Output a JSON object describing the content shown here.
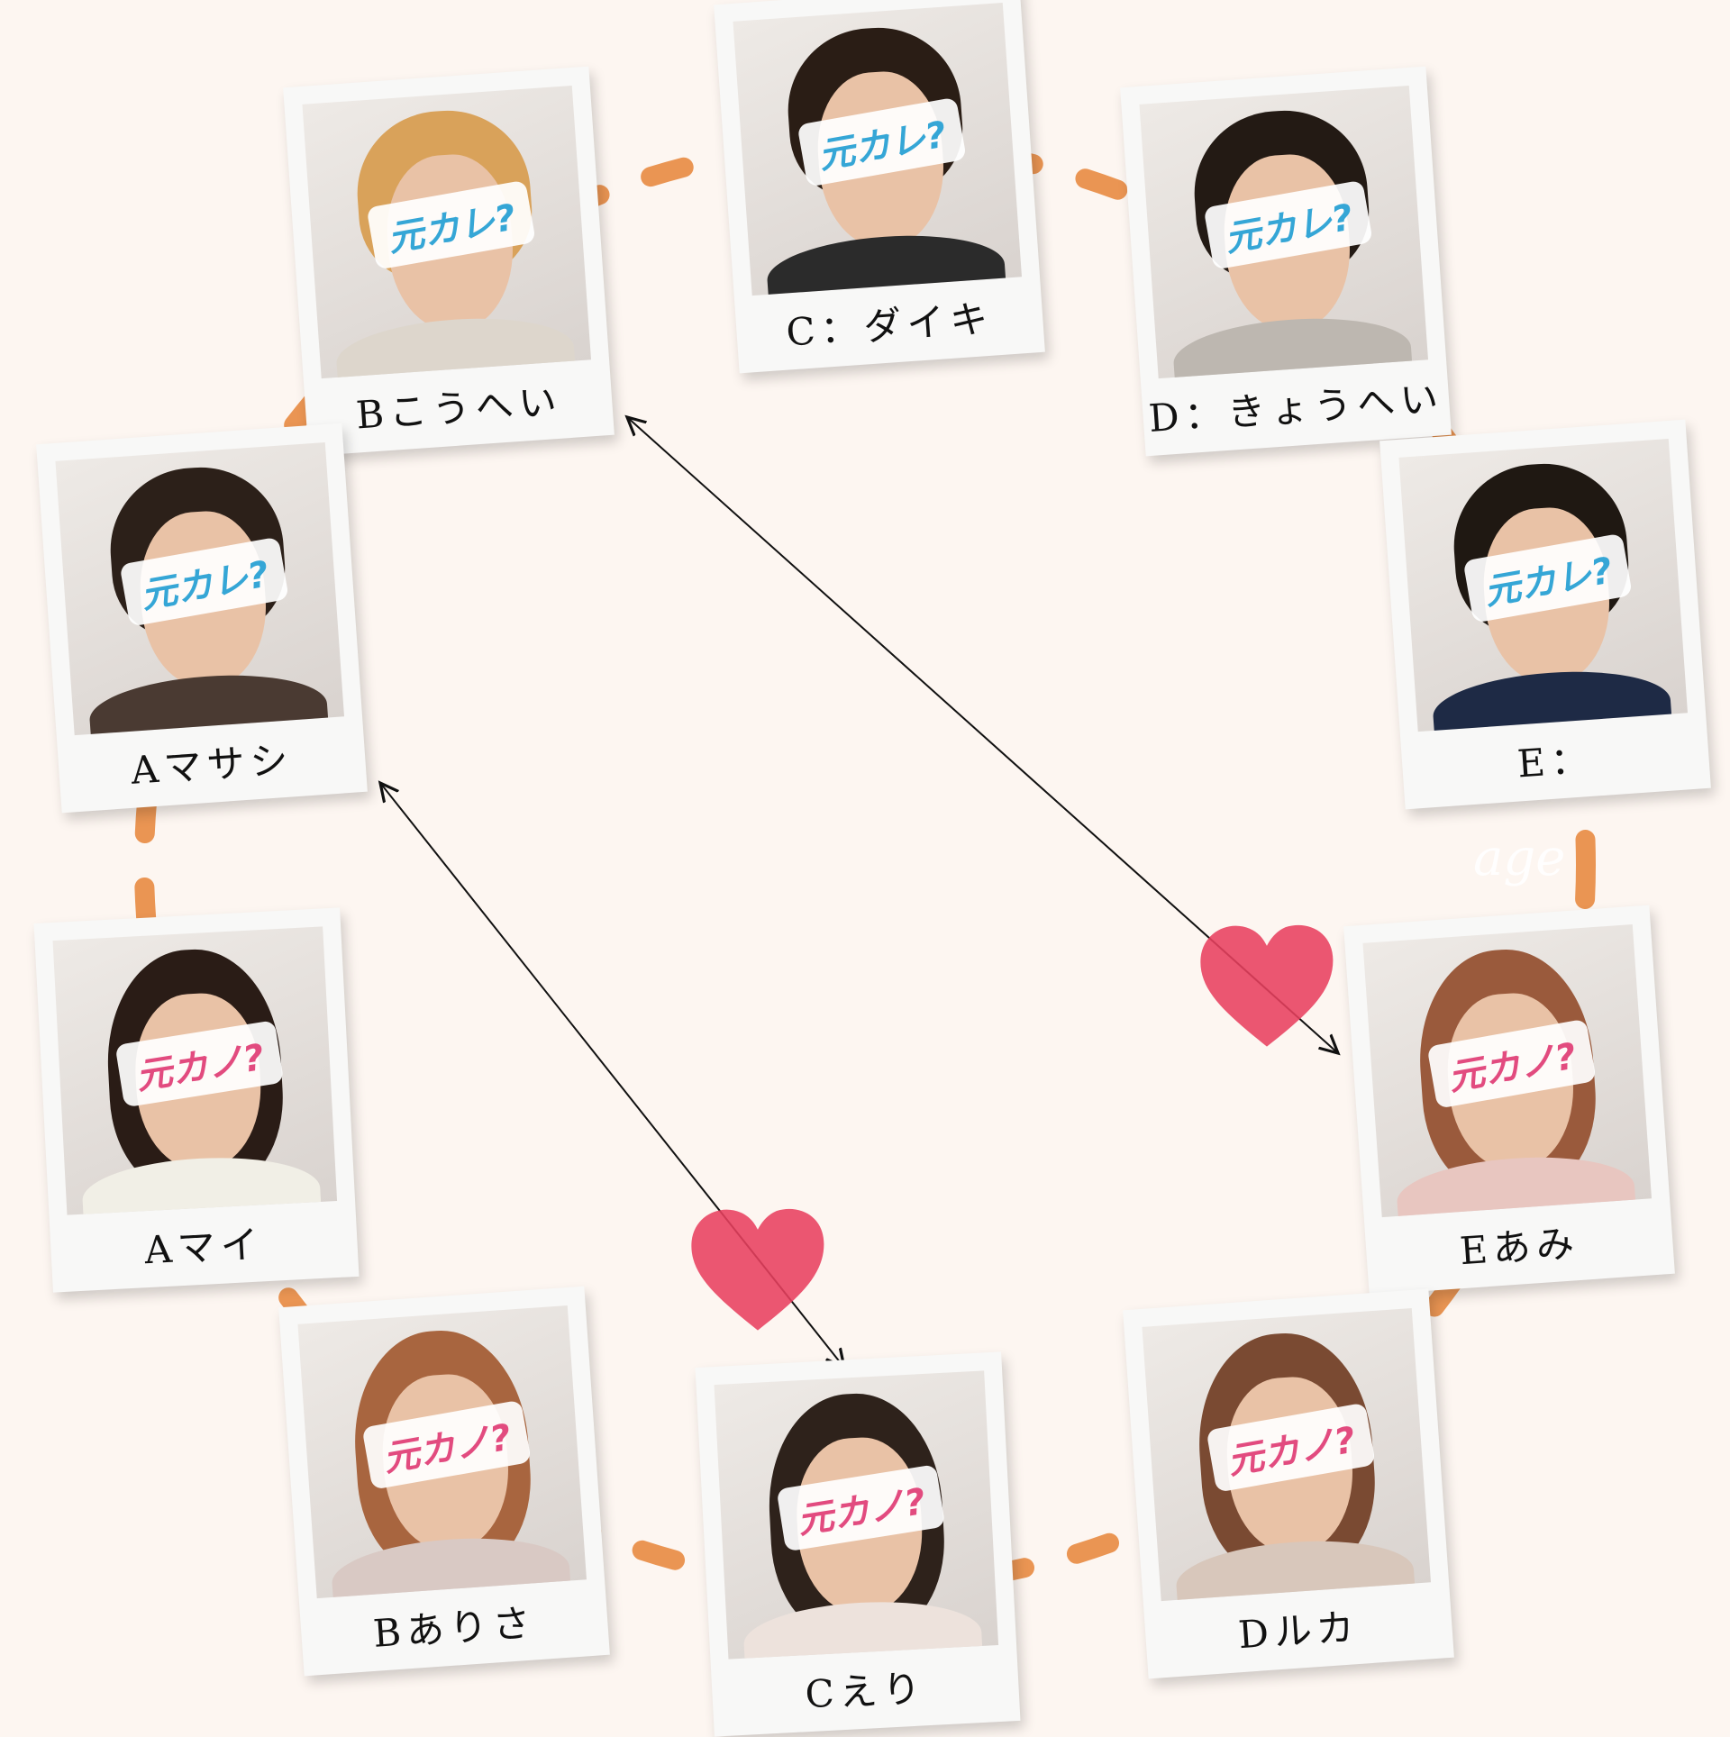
{
  "colors": {
    "background": "#fdf6f1",
    "dash": "#ea9553",
    "sticker_male": "#35a6d6",
    "sticker_female": "#e24b7f",
    "heart": "#e8405e",
    "arrow": "#111111"
  },
  "stickers": {
    "male": "元カレ?",
    "female": "元カノ?"
  },
  "people": [
    {
      "id": "b-kouhei",
      "label": "Bこうへい",
      "sticker": "male",
      "hair": "#d9a25a",
      "top": "#ddd6cc"
    },
    {
      "id": "c-daiki",
      "label": "C：ダイキ",
      "sticker": "male",
      "hair": "#2a1d15",
      "top": "#2b2b2b"
    },
    {
      "id": "d-kyouhei",
      "label": "D：きょうへい",
      "sticker": "male",
      "hair": "#231a14",
      "top": "#bdb7b0"
    },
    {
      "id": "a-masashi",
      "label": "Aマサシ",
      "sticker": "male",
      "hair": "#2c2019",
      "top": "#4a3a32"
    },
    {
      "id": "e",
      "label": "E：",
      "sticker": "male",
      "hair": "#1f1812",
      "top": "#1e2a45"
    },
    {
      "id": "a-mai",
      "label": "Aマイ",
      "sticker": "female",
      "hair": "#2a1c16",
      "top": "#f1efe6"
    },
    {
      "id": "e-ami",
      "label": "Eあみ",
      "sticker": "female",
      "hair": "#9a5a3c",
      "top": "#e8c6c0"
    },
    {
      "id": "b-arisa",
      "label": "Bありさ",
      "sticker": "female",
      "hair": "#a8653f",
      "top": "#d9c9c4"
    },
    {
      "id": "c-eri",
      "label": "Cえり",
      "sticker": "female",
      "hair": "#2e221b",
      "top": "#ede2dc"
    },
    {
      "id": "d-ruka",
      "label": "Dルカ",
      "sticker": "female",
      "hair": "#7a4a32",
      "top": "#d8c7bb"
    }
  ],
  "watermark": "age"
}
